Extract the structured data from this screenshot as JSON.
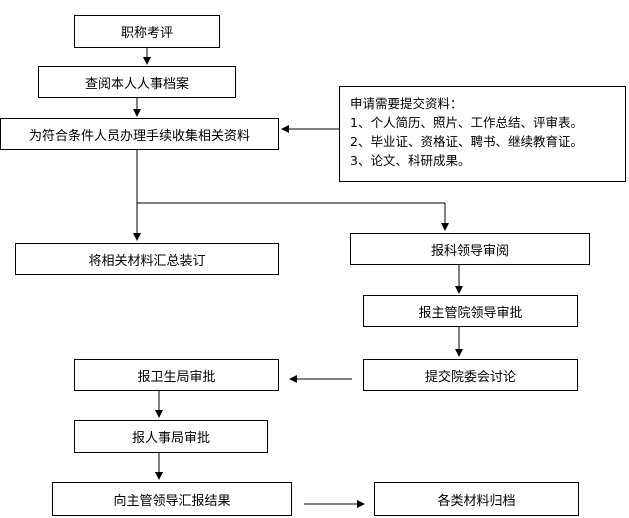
{
  "boxes": {
    "title_evaluation": "职称考评",
    "review_personnel_file": "查阅本人人事档案",
    "collect_materials": "为符合条件人员办理手续收集相关资料",
    "bind_materials": "将相关材料汇总装订",
    "submit_dept_leader": "报科领导审阅",
    "submit_dean_leader": "报主管院领导审批",
    "committee_discussion": "提交院委会讨论",
    "health_bureau_approval": "报卫生局审批",
    "personnel_bureau_approval": "报人事局审批",
    "report_results": "向主管领导汇报结果",
    "archive_materials": "各类材料归档"
  },
  "note": {
    "title": "申请需要提交资料：",
    "items": [
      "1、个人简历、照片、工作总结、评审表。",
      "2、毕业证、资格证、聘书、继续教育证。",
      "3、论文、科研成果。"
    ]
  }
}
